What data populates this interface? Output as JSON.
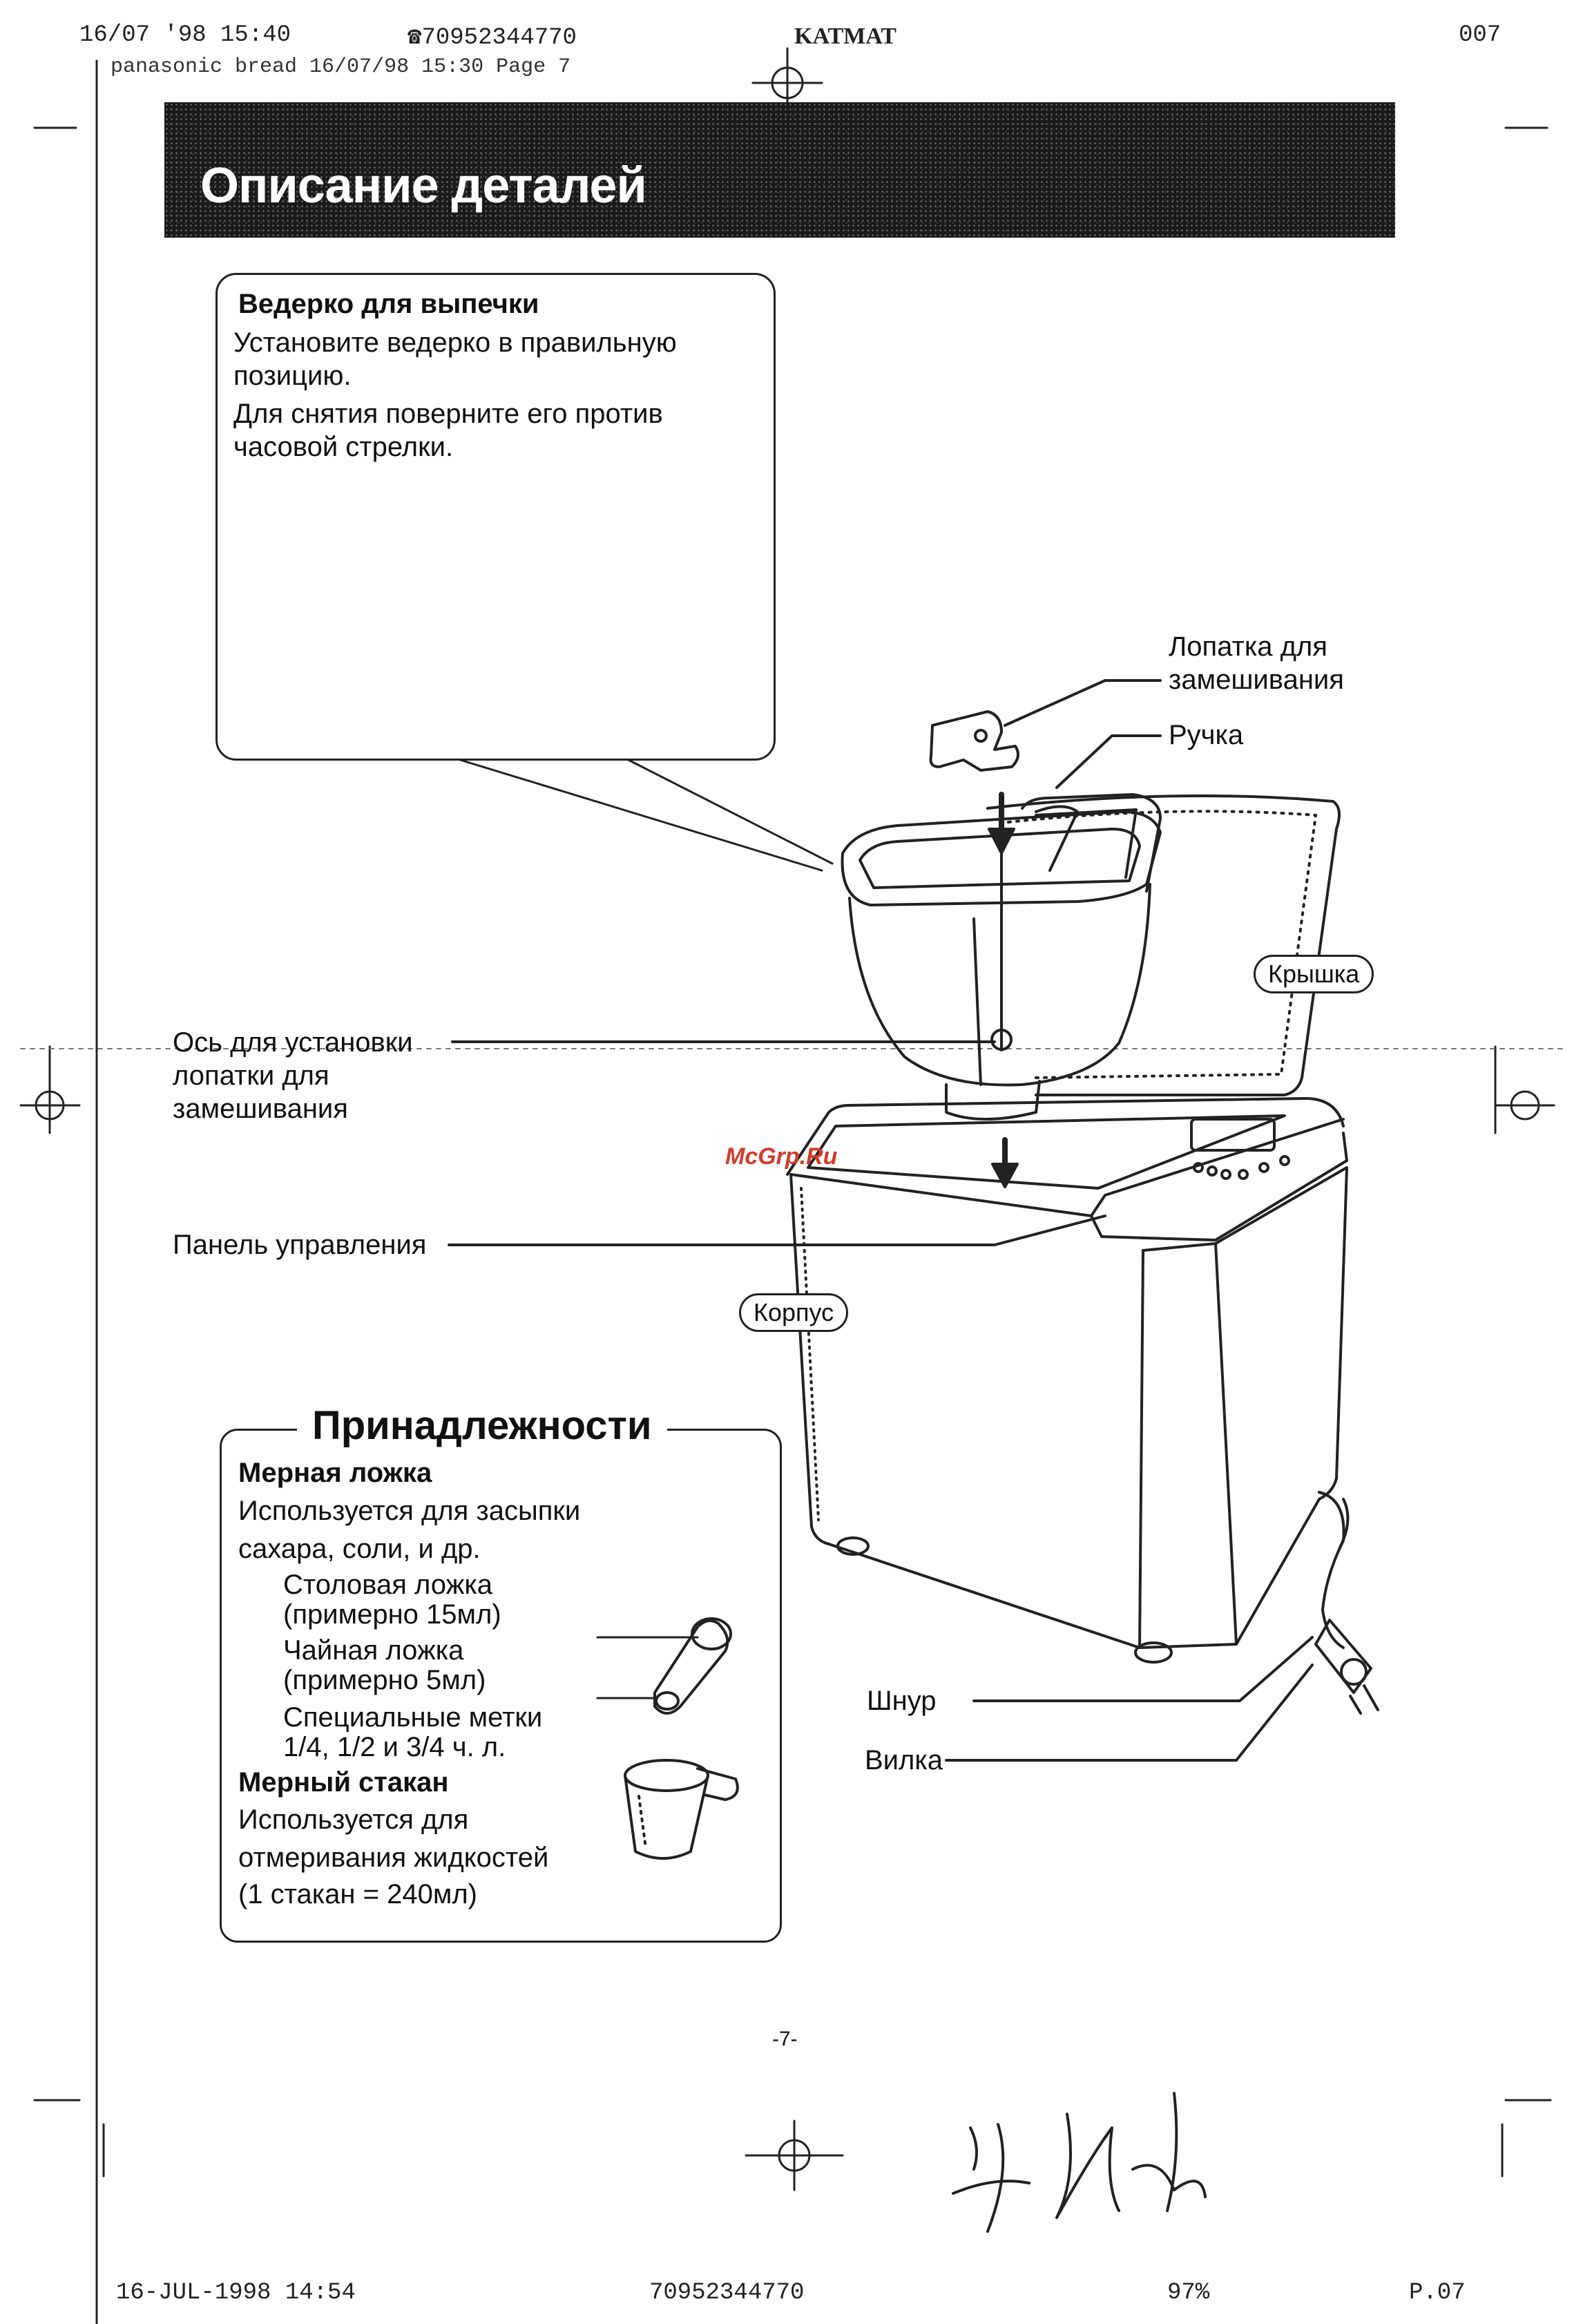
{
  "fax_header": {
    "datetime": "16/07 '98  15:40",
    "phone": "☎70952344770",
    "sender": "KATMAT",
    "page_no": "007",
    "line2": "panasonic bread  16/07/98 15:30  Page 7"
  },
  "title": "Описание деталей",
  "bread_pan": {
    "heading": "Ведерко для выпечки",
    "line1": "Установите ведерко в правильную",
    "line2": "позицию.",
    "line3": "Для снятия поверните его против",
    "line4": "часовой стрелки."
  },
  "labels": {
    "blade_line1": "Лопатка для",
    "blade_line2": "замешивания",
    "handle": "Ручка",
    "lid": "Крышка",
    "shaft_line1": "Ось для установки",
    "shaft_line2": "лопатки для",
    "shaft_line3": "замешивания",
    "control_panel": "Панель управления",
    "body": "Корпус",
    "cord": "Шнур",
    "plug": "Вилка"
  },
  "watermark": "McGrp.Ru",
  "accessories": {
    "title": "Принадлежности",
    "spoon_heading": "Мерная ложка",
    "spoon_line1": "Используется для засыпки",
    "spoon_line2": "сахара, соли, и др.",
    "tbsp_line1": "Столовая ложка",
    "tbsp_line2": "(примерно 15мл)",
    "tsp_line1": "Чайная ложка",
    "tsp_line2": "(примерно 5мл)",
    "marks_line1": "Специальные метки",
    "marks_line2": "1/4, 1/2 и 3/4 ч. л.",
    "cup_heading": "Мерный стакан",
    "cup_line1": "Используется для",
    "cup_line2": "отмеривания жидкостей",
    "cup_line3": "(1 стакан = 240мл)"
  },
  "page_number": "-7-",
  "fax_footer": {
    "datetime": "16-JUL-1998  14:54",
    "phone": "70952344770",
    "quality": "97%",
    "page": "P.07"
  }
}
